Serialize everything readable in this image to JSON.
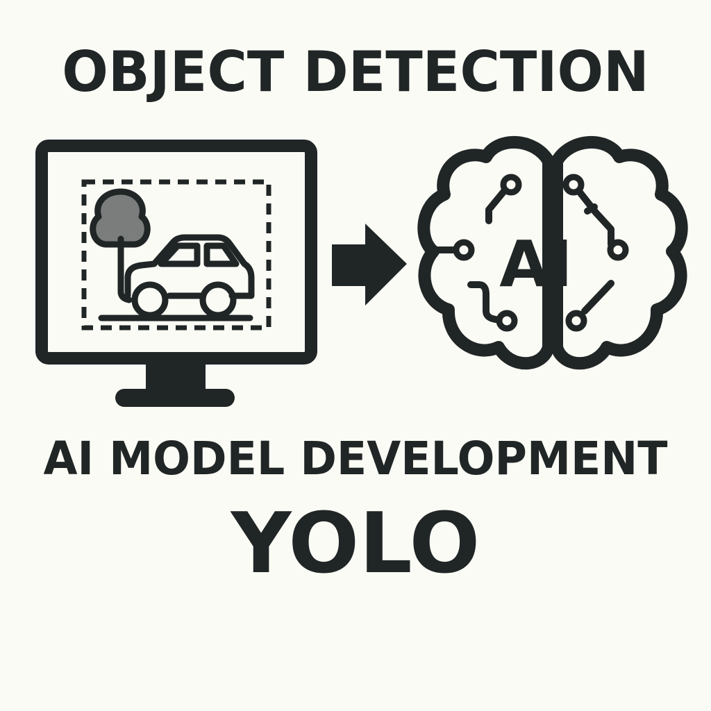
{
  "heading": {
    "top": "OBJECT DETECTION",
    "middle": "AI MODEL DEVELOPMENT",
    "bottom": "YOLO"
  },
  "brain": {
    "label": "AI"
  },
  "icons": {
    "monitor": "monitor-icon",
    "tree": "tree-icon",
    "car": "car-icon",
    "bounding_box": "dashed-bounding-box",
    "arrow": "arrow-right-icon",
    "brain": "ai-brain-icon"
  },
  "colors": {
    "background": "#fbfbf5",
    "ink": "#202526",
    "tree_fill": "#7a7d7c"
  }
}
